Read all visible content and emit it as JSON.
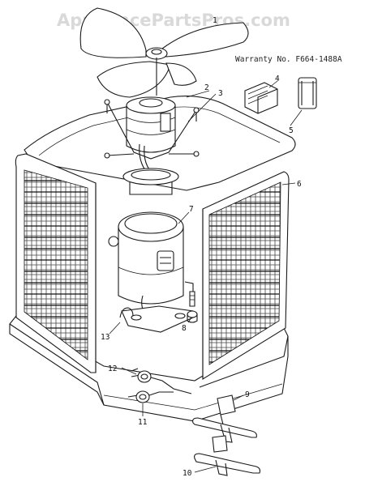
{
  "watermark": "AppliancePartsPros.com",
  "warranty": "Warranty No. F664-1488A",
  "callouts": [
    {
      "id": "callout-1",
      "label": "1"
    },
    {
      "id": "callout-2",
      "label": "2"
    },
    {
      "id": "callout-3",
      "label": "3"
    },
    {
      "id": "callout-4",
      "label": "4"
    },
    {
      "id": "callout-5",
      "label": "5"
    },
    {
      "id": "callout-6",
      "label": "6"
    },
    {
      "id": "callout-7",
      "label": "7"
    },
    {
      "id": "callout-8",
      "label": "8"
    },
    {
      "id": "callout-9",
      "label": "9"
    },
    {
      "id": "callout-10",
      "label": "10"
    },
    {
      "id": "callout-11",
      "label": "11"
    },
    {
      "id": "callout-12",
      "label": "12"
    },
    {
      "id": "callout-13",
      "label": "13"
    }
  ]
}
